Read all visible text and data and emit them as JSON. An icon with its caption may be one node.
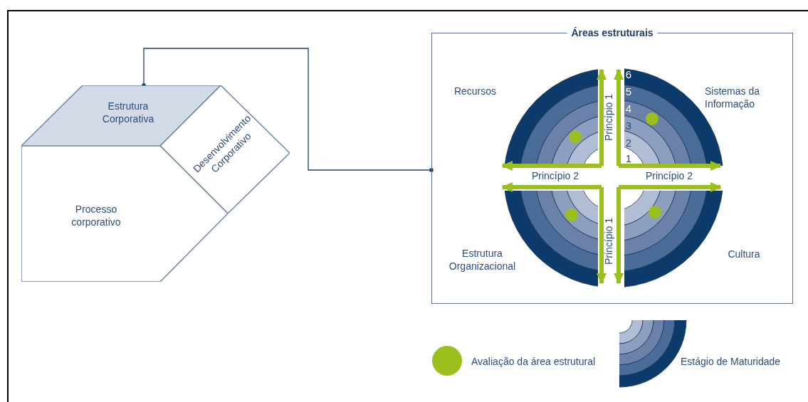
{
  "diagram": {
    "nodes": [
      {
        "text": [
          "Estrutura Corporativa"
        ]
      },
      {
        "text": [
          "Desenvolvimento Corporativo"
        ]
      },
      {
        "text": [
          "Processo corporativo"
        ]
      },
      {
        "text": [
          "Áreas estruturais"
        ]
      }
    ],
    "edges": [
      {
        "from": 0,
        "to": 3,
        "arrow": "other"
      }
    ],
    "labels": [
      "Recursos",
      "Sistemas da Informação",
      "6",
      "5",
      "4",
      "3",
      "2",
      "1",
      "Princípio 1",
      "Princípio 2",
      "Princípio 2",
      "Princípio 1",
      "Estrutura Organizacional",
      "Cultura"
    ],
    "legend": [
      {
        "text": "Avaliação da área estrutural",
        "color": "#9bbf1c"
      },
      {
        "text": "Estágio de Maturidade"
      }
    ]
  }
}
